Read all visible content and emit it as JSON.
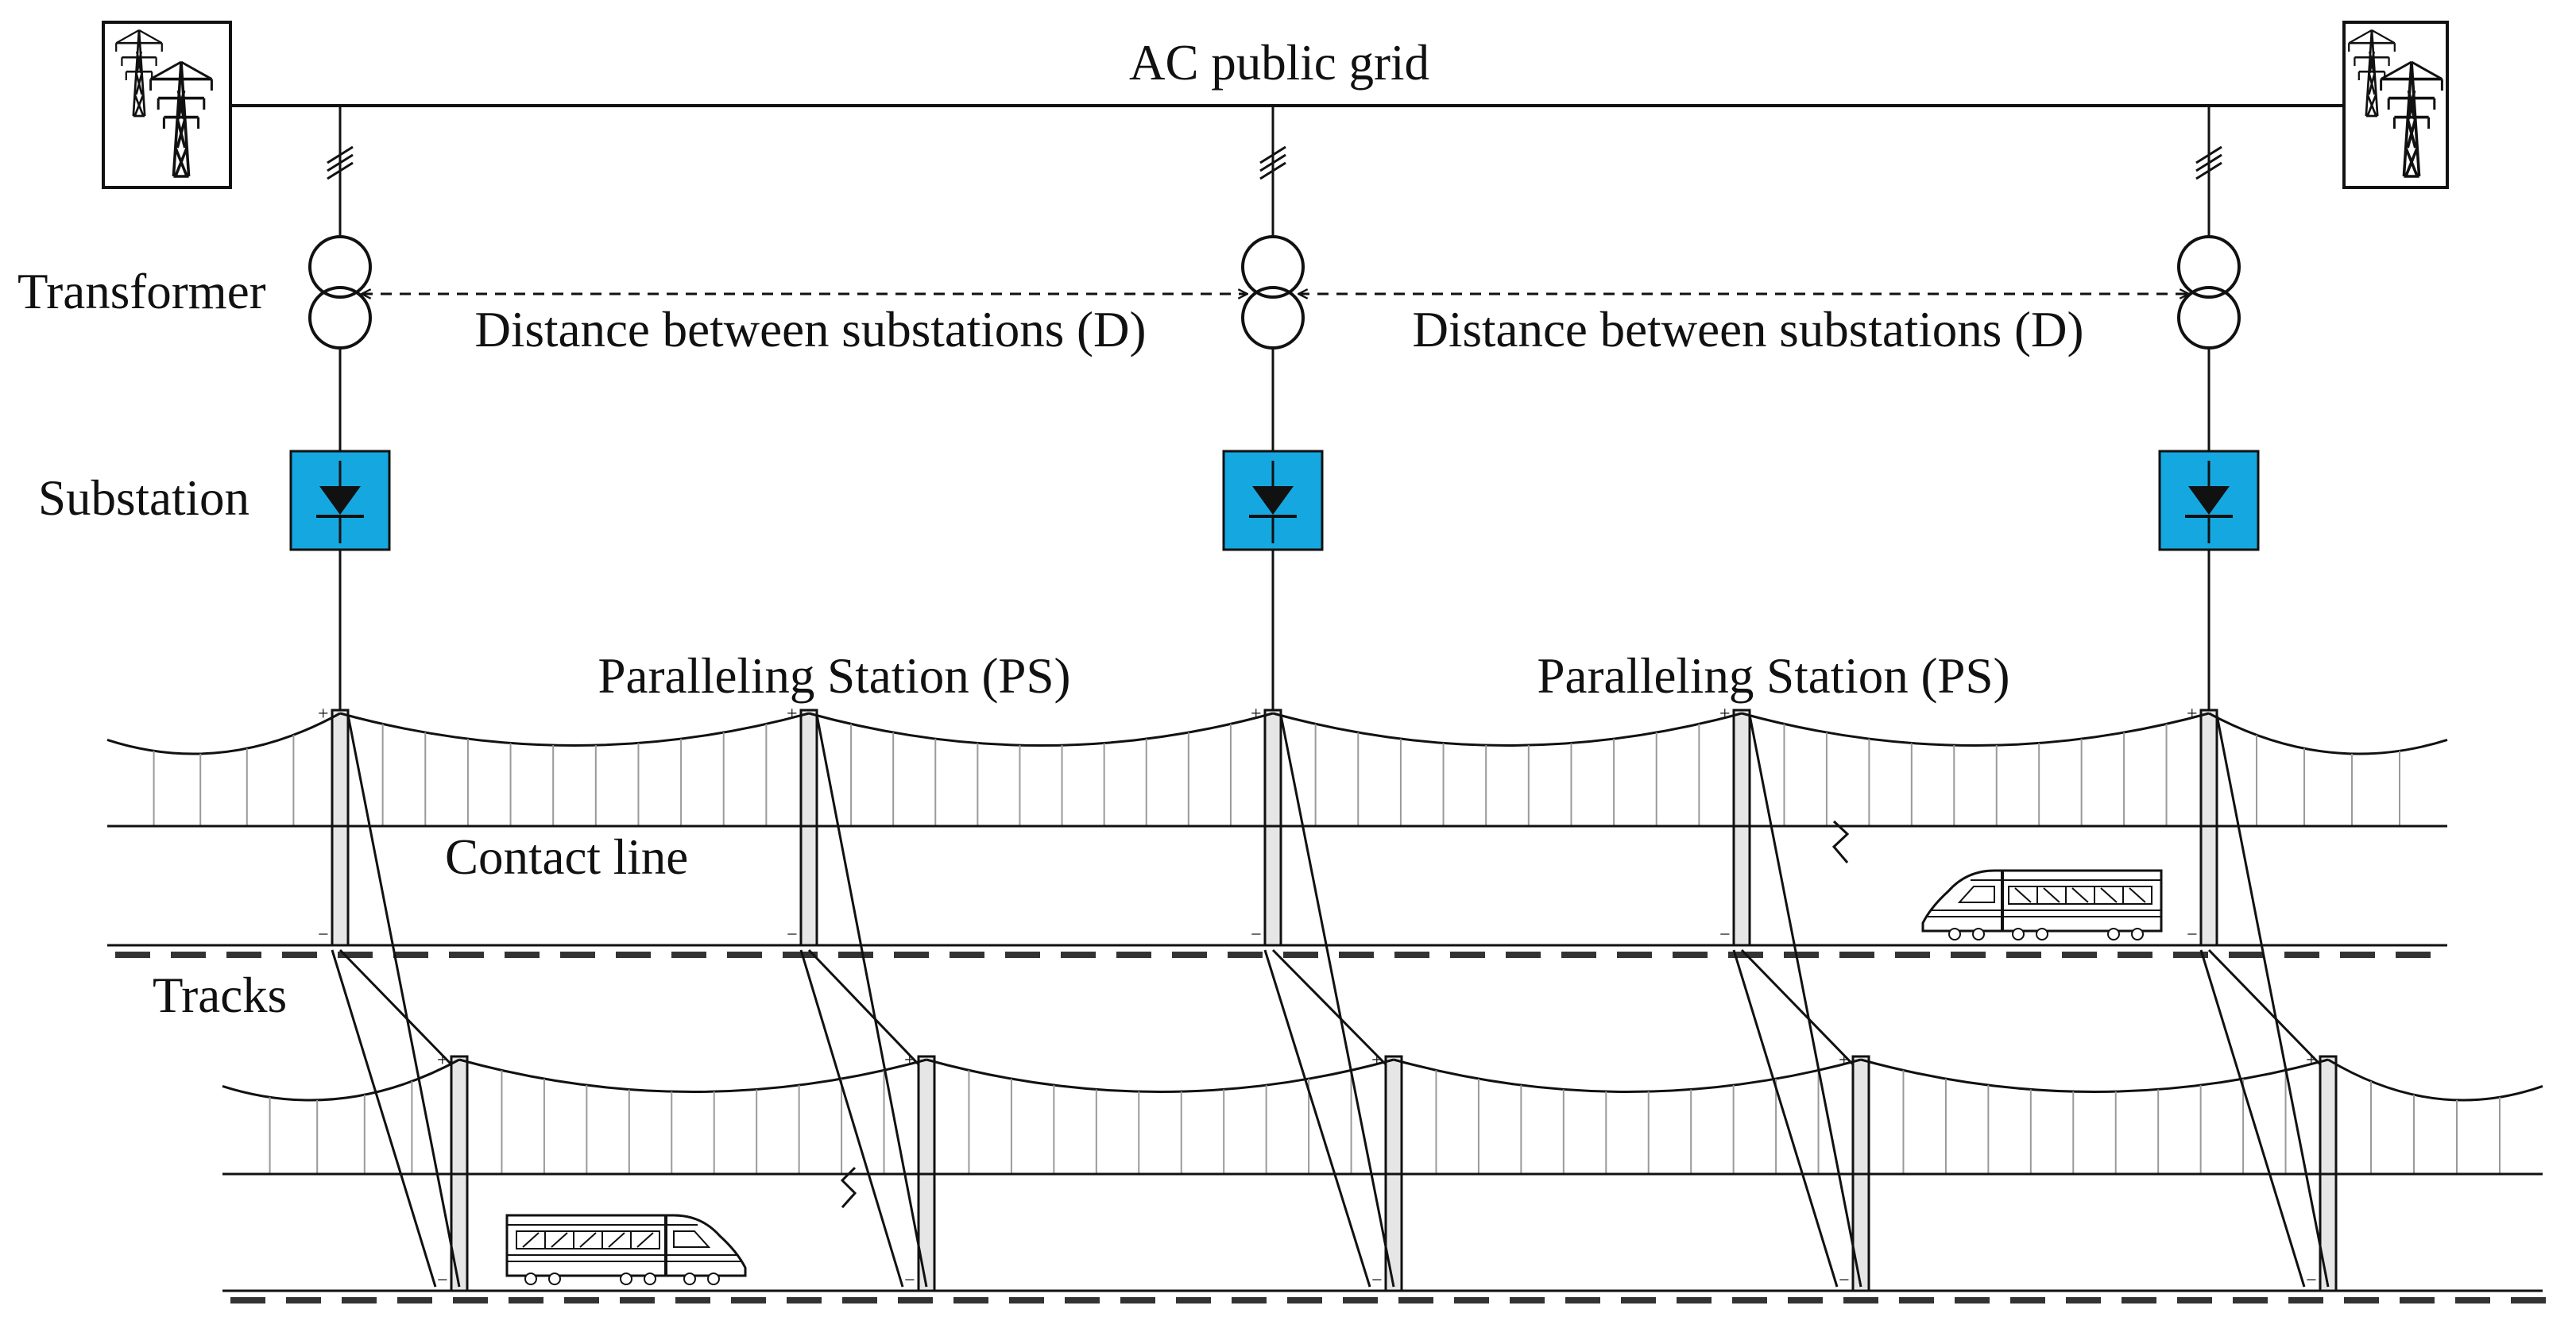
{
  "labels": {
    "grid": "AC public grid",
    "transformer": "Transformer",
    "substation": "Substation",
    "distance_1": "Distance between substations (D)",
    "distance_2": "Distance between substations (D)",
    "ps_1": "Paralleling Station (PS)",
    "ps_2": "Paralleling Station (PS)",
    "contact_line": "Contact line",
    "tracks": "Tracks"
  },
  "polarity": {
    "plus": "+",
    "minus": "−"
  },
  "colors": {
    "substation_fill": "#15a8e0",
    "line": "#111111",
    "dropper": "#9a9a9a",
    "pole_fill": "#e6e6e6",
    "rail_dash": "#333333"
  },
  "icons": {
    "pylon": "transmission-tower-icon",
    "train": "high-speed-train-icon",
    "diode": "diode-rectifier-icon",
    "transformer": "transformer-symbol-icon"
  }
}
